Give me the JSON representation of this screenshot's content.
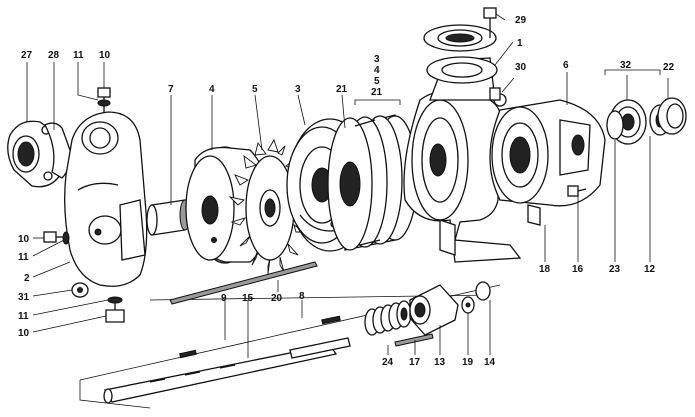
{
  "diagram": {
    "labels": {
      "l27": "27",
      "l28": "28",
      "l11a": "11",
      "l10a": "10",
      "l7": "7",
      "l4": "4",
      "l5": "5",
      "l3": "3",
      "l21a": "21",
      "l3b": "3",
      "l4b": "4",
      "l5b": "5",
      "l21b": "21",
      "l29": "29",
      "l1": "1",
      "l30": "30",
      "l6": "6",
      "l32": "32",
      "l22": "22",
      "l10b": "10",
      "l11b": "11",
      "l2": "2",
      "l31": "31",
      "l11c": "11",
      "l10c": "10",
      "l9": "9",
      "l15": "15",
      "l20": "20",
      "l8": "8",
      "l24": "24",
      "l17": "17",
      "l13": "13",
      "l19": "19",
      "l14": "14",
      "l18": "18",
      "l16": "16",
      "l23": "23",
      "l12": "12"
    }
  }
}
